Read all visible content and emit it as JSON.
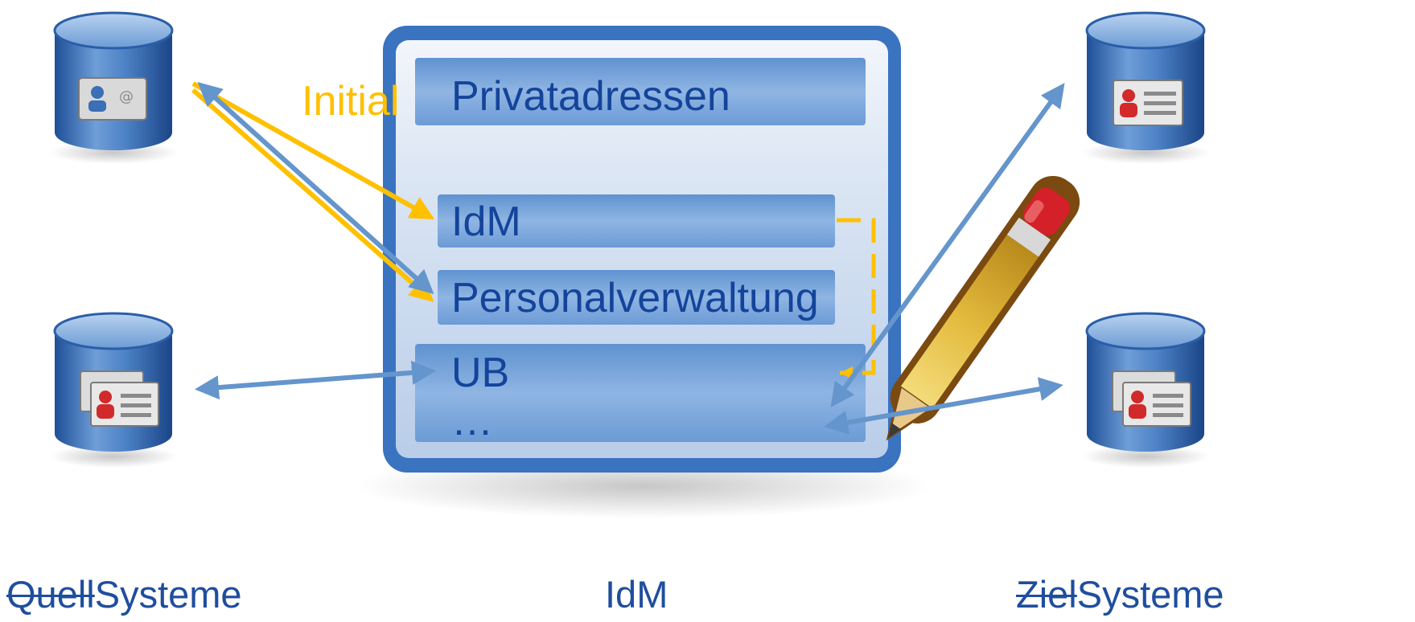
{
  "legend": {
    "initial_label": "Initial"
  },
  "idm_box": {
    "rows": [
      "Privatadressen",
      "IdM",
      "Personalverwaltung",
      "UB",
      "…"
    ]
  },
  "labels": {
    "source_struck": "Quell",
    "source_rest": "Systeme",
    "center": "IdM",
    "target_struck": "Ziel",
    "target_rest": "Systeme"
  },
  "icons": {
    "source_db_1": "database-contact-card-icon",
    "source_db_2": "database-contact-cards-icon",
    "target_db_1": "database-contact-list-icon",
    "target_db_2": "database-contact-cards-icon",
    "edit": "pencil-icon"
  },
  "colors": {
    "initial_arrow": "#ffc000",
    "sync_arrow": "#6495cc",
    "box_frame": "#3a73c0",
    "text": "#1f4e9e"
  }
}
